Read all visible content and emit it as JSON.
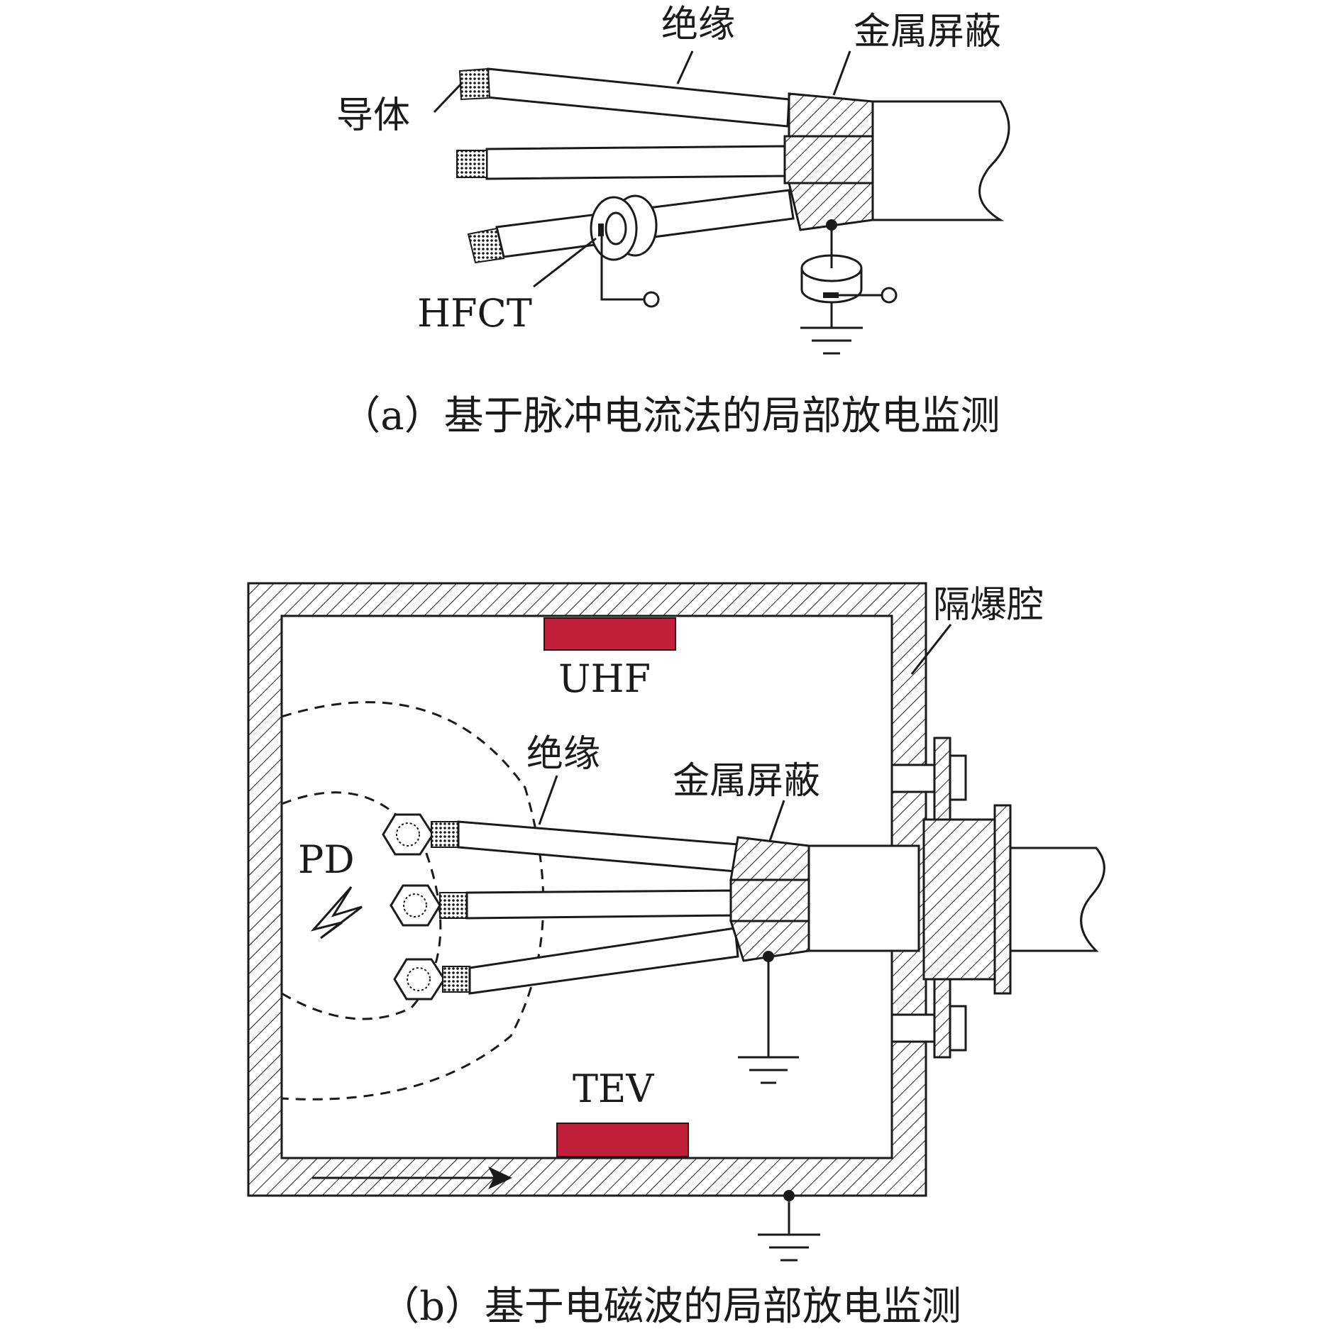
{
  "panel_a": {
    "labels": {
      "insulation": "绝缘",
      "metal_shield": "金属屏蔽",
      "conductor": "导体",
      "hfct": "HFCT"
    },
    "caption": "（a）基于脉冲电流法的局部放电监测"
  },
  "panel_b": {
    "labels": {
      "explosion_chamber": "隔爆腔",
      "uhf": "UHF",
      "insulation": "绝缘",
      "metal_shield": "金属屏蔽",
      "pd": "PD",
      "tev": "TEV"
    },
    "caption": "（b）基于电磁波的局部放电监测"
  },
  "colors": {
    "sensor": "#C0203A",
    "line": "#1a1a1a",
    "background": "#ffffff"
  }
}
